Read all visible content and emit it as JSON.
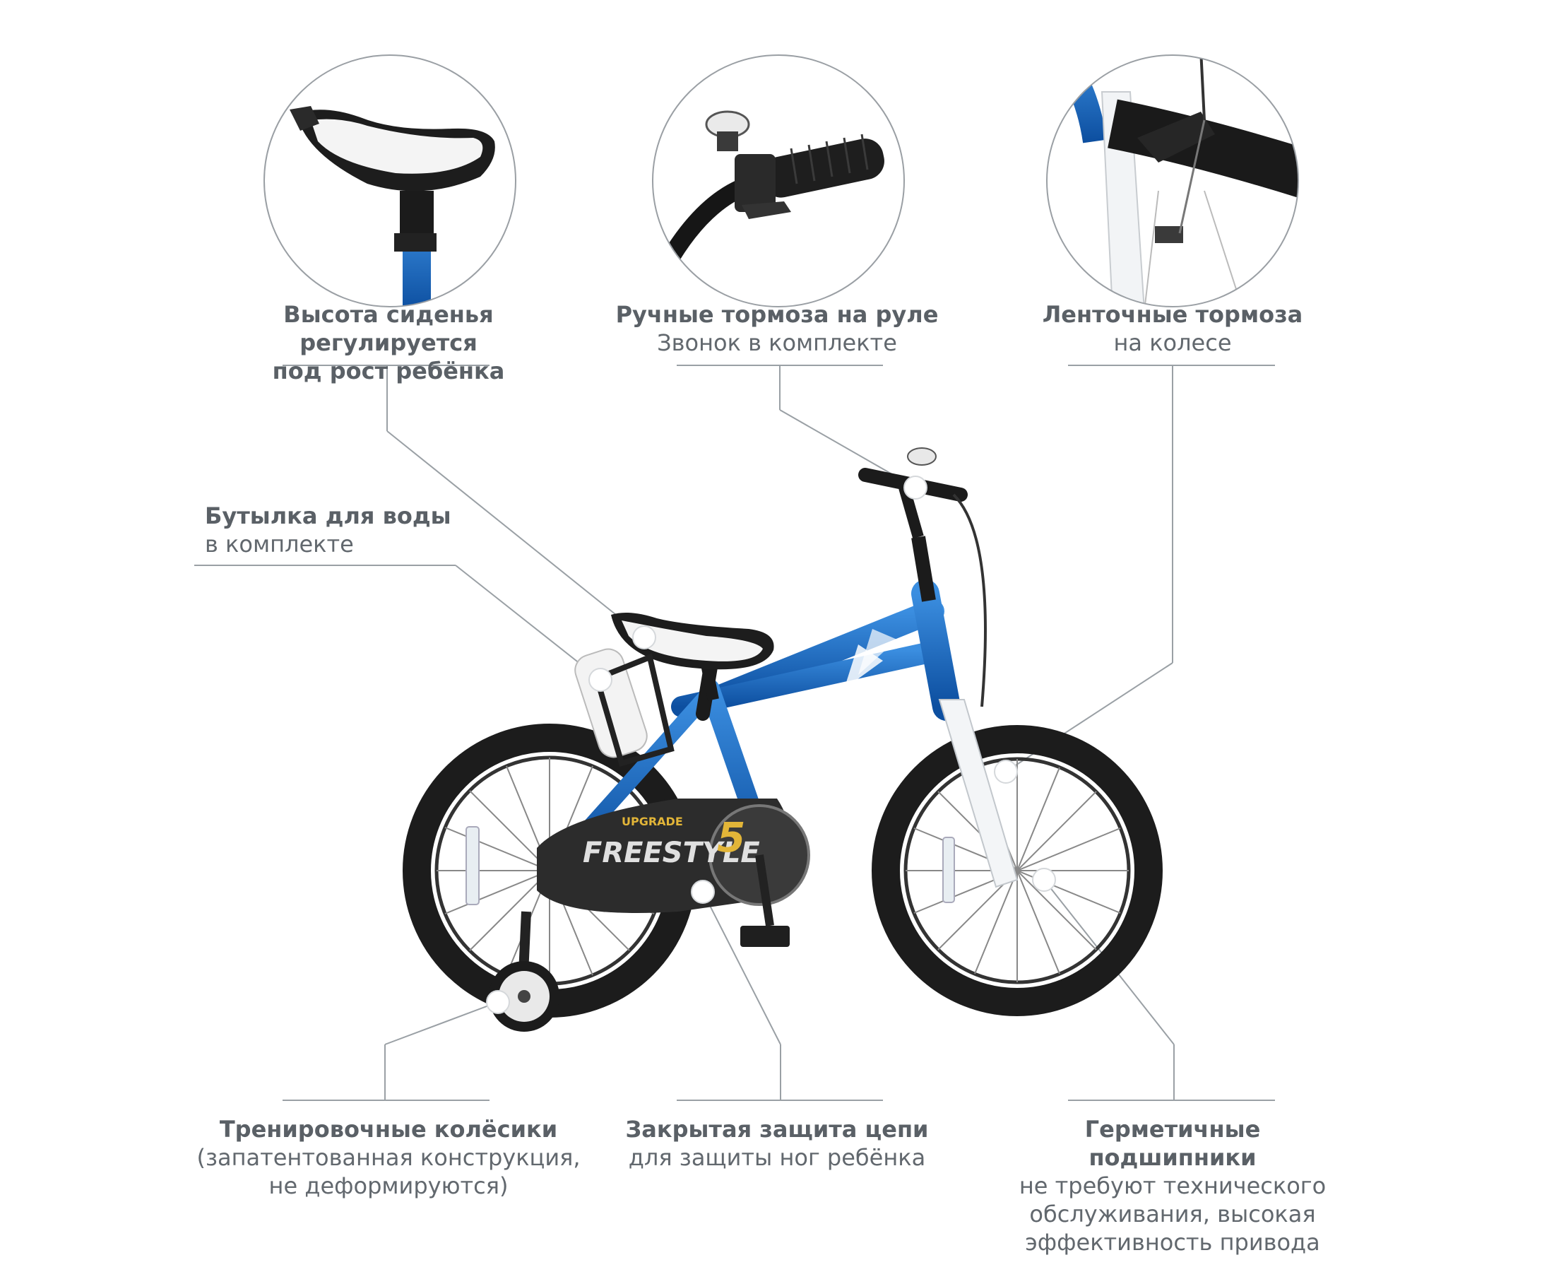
{
  "callouts": {
    "seat": {
      "title": "Высота сиденья регулируется",
      "title2": "под рост ребёнка"
    },
    "brakes": {
      "title": "Ручные тормоза на руле",
      "sub": "Звонок в комплекте"
    },
    "band": {
      "title": "Ленточные тормоза",
      "sub": "на колесе"
    },
    "bottle": {
      "title": "Бутылка для воды",
      "sub": "в комплекте"
    },
    "training": {
      "title": "Тренировочные колёсики",
      "sub1": "(запатентованная конструкция,",
      "sub2": "не деформируются)"
    },
    "chain": {
      "title": "Закрытая защита цепи",
      "sub": "для защиты ног ребёнка"
    },
    "bearings": {
      "title": "Герметичные подшипники",
      "sub1": "не требуют технического",
      "sub2": "обслуживания, высокая",
      "sub3": "эффективность привода"
    }
  },
  "bike": {
    "frame_logo": "FREESTYLE",
    "model_number": "5",
    "upgrade_tag": "UPGRADE"
  },
  "colors": {
    "frame": "#1565c0",
    "tire": "#1c1c1c",
    "text": "#5a6066",
    "leader": "#8a8f94"
  }
}
